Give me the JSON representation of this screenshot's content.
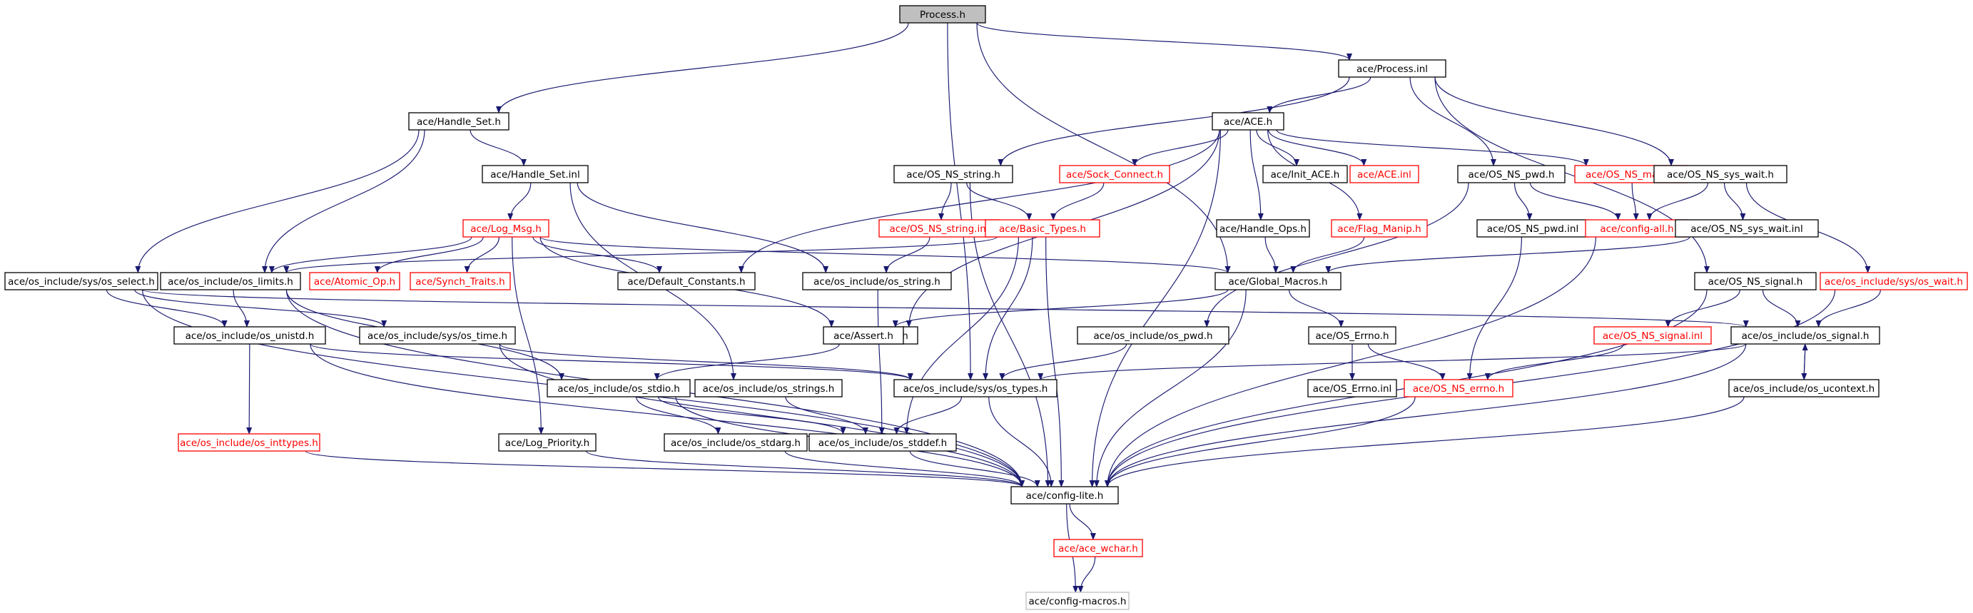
{
  "graph": {
    "colors": {
      "edge": "#191970",
      "node_border": "#000000",
      "missing_border": "#ff0000",
      "root_fill": "#bfbfbf",
      "external_border": "#bfbfbf",
      "background": "#ffffff"
    },
    "nodes": [
      {
        "id": "process_h",
        "label": "Process.h",
        "style": "root"
      },
      {
        "id": "process_inl",
        "label": "ace/Process.inl",
        "style": "normal"
      },
      {
        "id": "handle_set_h",
        "label": "ace/Handle_Set.h",
        "style": "normal"
      },
      {
        "id": "ace_h",
        "label": "ace/ACE.h",
        "style": "normal"
      },
      {
        "id": "handle_set_inl",
        "label": "ace/Handle_Set.inl",
        "style": "normal"
      },
      {
        "id": "os_ns_string_h",
        "label": "ace/OS_NS_string.h",
        "style": "normal"
      },
      {
        "id": "sock_connect_h",
        "label": "ace/Sock_Connect.h",
        "style": "missing"
      },
      {
        "id": "init_ace_h",
        "label": "ace/Init_ACE.h",
        "style": "normal"
      },
      {
        "id": "ace_inl",
        "label": "ace/ACE.inl",
        "style": "missing"
      },
      {
        "id": "os_ns_pwd_h",
        "label": "ace/OS_NS_pwd.h",
        "style": "normal"
      },
      {
        "id": "os_ns_math_h",
        "label": "ace/OS_NS_math.h",
        "style": "missing"
      },
      {
        "id": "os_ns_sys_wait_h",
        "label": "ace/OS_NS_sys_wait.h",
        "style": "normal"
      },
      {
        "id": "log_msg_h",
        "label": "ace/Log_Msg.h",
        "style": "missing"
      },
      {
        "id": "os_ns_string_inl",
        "label": "ace/OS_NS_string.inl",
        "style": "missing"
      },
      {
        "id": "basic_types_h",
        "label": "ace/Basic_Types.h",
        "style": "missing"
      },
      {
        "id": "handle_ops_h",
        "label": "ace/Handle_Ops.h",
        "style": "normal"
      },
      {
        "id": "flag_manip_h",
        "label": "ace/Flag_Manip.h",
        "style": "missing"
      },
      {
        "id": "os_ns_pwd_inl",
        "label": "ace/OS_NS_pwd.inl",
        "style": "normal"
      },
      {
        "id": "config_all_h",
        "label": "ace/config-all.h",
        "style": "missing"
      },
      {
        "id": "os_ns_sys_wait_inl",
        "label": "ace/OS_NS_sys_wait.inl",
        "style": "normal"
      },
      {
        "id": "sys_os_select_h",
        "label": "ace/os_include/sys/os_select.h",
        "style": "normal"
      },
      {
        "id": "os_limits_h",
        "label": "ace/os_include/os_limits.h",
        "style": "normal"
      },
      {
        "id": "atomic_op_h",
        "label": "ace/Atomic_Op.h",
        "style": "missing"
      },
      {
        "id": "synch_traits_h",
        "label": "ace/Synch_Traits.h",
        "style": "missing"
      },
      {
        "id": "default_constants_h",
        "label": "ace/Default_Constants.h",
        "style": "normal"
      },
      {
        "id": "os_string_h",
        "label": "ace/os_include/os_string.h",
        "style": "normal"
      },
      {
        "id": "global_macros_h",
        "label": "ace/Global_Macros.h",
        "style": "normal"
      },
      {
        "id": "os_ns_signal_h",
        "label": "ace/OS_NS_signal.h",
        "style": "normal"
      },
      {
        "id": "sys_os_wait_h",
        "label": "ace/os_include/sys/os_wait.h",
        "style": "missing"
      },
      {
        "id": "os_unistd_h",
        "label": "ace/os_include/os_unistd.h",
        "style": "normal"
      },
      {
        "id": "sys_os_time_h",
        "label": "ace/os_include/sys/os_time.h",
        "style": "normal"
      },
      {
        "id": "lib_find_h",
        "label": "ace/Lib_Find.h",
        "style": "normal"
      },
      {
        "id": "assert_h",
        "label": "ace/Assert.h",
        "style": "normal"
      },
      {
        "id": "os_pwd_h",
        "label": "ace/os_include/os_pwd.h",
        "style": "normal"
      },
      {
        "id": "os_errno_h",
        "label": "ace/OS_Errno.h",
        "style": "normal"
      },
      {
        "id": "os_ns_signal_inl",
        "label": "ace/OS_NS_signal.inl",
        "style": "missing"
      },
      {
        "id": "os_signal_h",
        "label": "ace/os_include/os_signal.h",
        "style": "normal"
      },
      {
        "id": "os_stdio_h",
        "label": "ace/os_include/os_stdio.h",
        "style": "normal"
      },
      {
        "id": "os_strings_h",
        "label": "ace/os_include/os_strings.h",
        "style": "normal"
      },
      {
        "id": "sys_os_types_h",
        "label": "ace/os_include/sys/os_types.h",
        "style": "normal"
      },
      {
        "id": "os_errno_inl",
        "label": "ace/OS_Errno.inl",
        "style": "normal"
      },
      {
        "id": "os_ns_errno_h",
        "label": "ace/OS_NS_errno.h",
        "style": "missing"
      },
      {
        "id": "os_ucontext_h",
        "label": "ace/os_include/os_ucontext.h",
        "style": "normal"
      },
      {
        "id": "os_inttypes_h",
        "label": "ace/os_include/os_inttypes.h",
        "style": "missing"
      },
      {
        "id": "log_priority_h",
        "label": "ace/Log_Priority.h",
        "style": "normal"
      },
      {
        "id": "os_stdarg_h",
        "label": "ace/os_include/os_stdarg.h",
        "style": "normal"
      },
      {
        "id": "os_stddef_h",
        "label": "ace/os_include/os_stddef.h",
        "style": "normal"
      },
      {
        "id": "config_lite_h",
        "label": "ace/config-lite.h",
        "style": "normal"
      },
      {
        "id": "ace_wchar_h",
        "label": "ace/ace_wchar.h",
        "style": "missing"
      },
      {
        "id": "config_macros_h",
        "label": "ace/config-macros.h",
        "style": "external"
      }
    ],
    "edges": [
      [
        "process_h",
        "process_inl"
      ],
      [
        "process_h",
        "handle_set_h"
      ],
      [
        "process_h",
        "global_macros_h"
      ],
      [
        "process_h",
        "sys_os_types_h"
      ],
      [
        "process_inl",
        "ace_h"
      ],
      [
        "process_inl",
        "os_ns_string_h"
      ],
      [
        "process_inl",
        "os_ns_pwd_h"
      ],
      [
        "process_inl",
        "os_ns_sys_wait_h"
      ],
      [
        "process_inl",
        "os_ns_signal_h"
      ],
      [
        "handle_set_h",
        "handle_set_inl"
      ],
      [
        "handle_set_h",
        "os_limits_h"
      ],
      [
        "handle_set_h",
        "sys_os_select_h"
      ],
      [
        "ace_h",
        "sock_connect_h"
      ],
      [
        "ace_h",
        "init_ace_h"
      ],
      [
        "ace_h",
        "ace_inl"
      ],
      [
        "ace_h",
        "handle_ops_h"
      ],
      [
        "ace_h",
        "flag_manip_h"
      ],
      [
        "ace_h",
        "os_ns_math_h"
      ],
      [
        "ace_h",
        "default_constants_h"
      ],
      [
        "ace_h",
        "lib_find_h"
      ],
      [
        "ace_h",
        "config_lite_h"
      ],
      [
        "handle_set_inl",
        "log_msg_h"
      ],
      [
        "handle_set_inl",
        "os_string_h"
      ],
      [
        "handle_set_inl",
        "os_strings_h"
      ],
      [
        "os_ns_string_h",
        "os_ns_string_inl"
      ],
      [
        "os_ns_string_h",
        "basic_types_h"
      ],
      [
        "os_ns_string_h",
        "config_lite_h"
      ],
      [
        "sock_connect_h",
        "basic_types_h"
      ],
      [
        "os_ns_pwd_h",
        "os_ns_pwd_inl"
      ],
      [
        "os_ns_pwd_h",
        "config_all_h"
      ],
      [
        "os_ns_pwd_h",
        "os_pwd_h"
      ],
      [
        "os_ns_math_h",
        "config_all_h"
      ],
      [
        "os_ns_sys_wait_h",
        "config_all_h"
      ],
      [
        "os_ns_sys_wait_h",
        "os_ns_sys_wait_inl"
      ],
      [
        "os_ns_sys_wait_h",
        "sys_os_wait_h"
      ],
      [
        "log_msg_h",
        "os_limits_h"
      ],
      [
        "log_msg_h",
        "atomic_op_h"
      ],
      [
        "log_msg_h",
        "synch_traits_h"
      ],
      [
        "log_msg_h",
        "default_constants_h"
      ],
      [
        "log_msg_h",
        "global_macros_h"
      ],
      [
        "log_msg_h",
        "assert_h"
      ],
      [
        "log_msg_h",
        "log_priority_h"
      ],
      [
        "os_ns_string_inl",
        "os_string_h"
      ],
      [
        "basic_types_h",
        "os_limits_h"
      ],
      [
        "basic_types_h",
        "sys_os_types_h"
      ],
      [
        "basic_types_h",
        "os_stddef_h"
      ],
      [
        "basic_types_h",
        "config_lite_h"
      ],
      [
        "handle_ops_h",
        "global_macros_h"
      ],
      [
        "flag_manip_h",
        "global_macros_h"
      ],
      [
        "os_ns_pwd_inl",
        "os_ns_errno_h"
      ],
      [
        "config_all_h",
        "config_lite_h"
      ],
      [
        "os_ns_sys_wait_inl",
        "global_macros_h"
      ],
      [
        "sys_os_select_h",
        "os_unistd_h"
      ],
      [
        "sys_os_select_h",
        "sys_os_time_h"
      ],
      [
        "sys_os_select_h",
        "os_signal_h"
      ],
      [
        "sys_os_select_h",
        "config_lite_h"
      ],
      [
        "os_limits_h",
        "os_unistd_h"
      ],
      [
        "os_limits_h",
        "os_stdio_h"
      ],
      [
        "os_limits_h",
        "config_lite_h"
      ],
      [
        "os_string_h",
        "os_stddef_h"
      ],
      [
        "global_macros_h",
        "assert_h"
      ],
      [
        "global_macros_h",
        "os_errno_h"
      ],
      [
        "global_macros_h",
        "config_lite_h"
      ],
      [
        "os_ns_signal_h",
        "os_ns_signal_inl"
      ],
      [
        "os_ns_signal_h",
        "os_signal_h"
      ],
      [
        "os_ns_signal_h",
        "config_lite_h"
      ],
      [
        "sys_os_wait_h",
        "os_signal_h"
      ],
      [
        "sys_os_wait_h",
        "config_lite_h"
      ],
      [
        "os_unistd_h",
        "sys_os_types_h"
      ],
      [
        "os_unistd_h",
        "os_inttypes_h"
      ],
      [
        "os_unistd_h",
        "config_lite_h"
      ],
      [
        "sys_os_time_h",
        "sys_os_types_h"
      ],
      [
        "sys_os_time_h",
        "config_lite_h"
      ],
      [
        "lib_find_h",
        "os_stdio_h"
      ],
      [
        "os_pwd_h",
        "sys_os_types_h"
      ],
      [
        "os_errno_h",
        "os_errno_inl"
      ],
      [
        "os_errno_h",
        "os_ns_errno_h"
      ],
      [
        "os_ns_signal_inl",
        "os_ns_errno_h"
      ],
      [
        "os_signal_h",
        "sys_os_types_h"
      ],
      [
        "os_signal_h",
        "os_ucontext_h"
      ],
      [
        "os_signal_h",
        "config_lite_h"
      ],
      [
        "os_stdio_h",
        "os_stdarg_h"
      ],
      [
        "os_stdio_h",
        "os_stddef_h"
      ],
      [
        "os_stdio_h",
        "config_lite_h"
      ],
      [
        "os_strings_h",
        "os_stddef_h"
      ],
      [
        "sys_os_types_h",
        "os_stddef_h"
      ],
      [
        "sys_os_types_h",
        "config_lite_h"
      ],
      [
        "os_ns_errno_h",
        "config_lite_h"
      ],
      [
        "os_ucontext_h",
        "os_signal_h"
      ],
      [
        "os_ucontext_h",
        "config_lite_h"
      ],
      [
        "os_inttypes_h",
        "config_lite_h"
      ],
      [
        "log_priority_h",
        "config_lite_h"
      ],
      [
        "os_stdarg_h",
        "config_lite_h"
      ],
      [
        "os_stddef_h",
        "config_lite_h"
      ],
      [
        "config_lite_h",
        "ace_wchar_h"
      ],
      [
        "config_lite_h",
        "config_macros_h"
      ],
      [
        "ace_wchar_h",
        "config_macros_h"
      ]
    ]
  }
}
